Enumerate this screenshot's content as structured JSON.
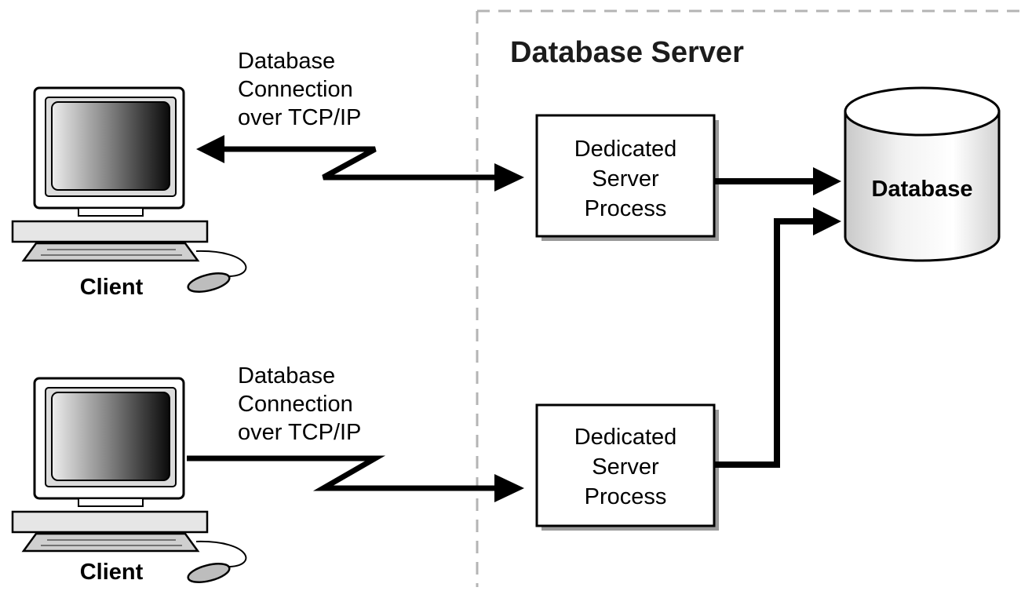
{
  "region": {
    "title": "Database Server"
  },
  "clients": [
    {
      "label": "Client",
      "connection_lines": [
        "Database",
        "Connection",
        "over TCP/IP"
      ]
    },
    {
      "label": "Client",
      "connection_lines": [
        "Database",
        "Connection",
        "over TCP/IP"
      ]
    }
  ],
  "processes": [
    {
      "lines": [
        "Dedicated",
        "Server",
        "Process"
      ]
    },
    {
      "lines": [
        "Dedicated",
        "Server",
        "Process"
      ]
    }
  ],
  "database": {
    "label": "Database"
  }
}
